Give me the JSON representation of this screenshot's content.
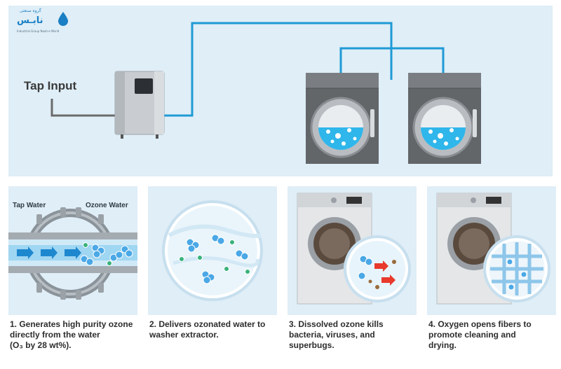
{
  "logo": {
    "text_fa": "نابـس",
    "small_fa": "گروه صنعتی",
    "tagline": "Industrial Group Nooh-e Morid"
  },
  "top": {
    "tap_input_label": "Tap Input"
  },
  "steps": [
    {
      "lines": [
        "1. Generates high purity ozone",
        "directly from the water",
        "(O₃ by 28 wt%)."
      ]
    },
    {
      "lines": [
        "2. Delivers ozonated water to",
        "washer extractor."
      ]
    },
    {
      "lines": [
        "3. Dissolved ozone kills",
        "bacteria, viruses, and",
        "superbugs."
      ]
    },
    {
      "lines": [
        "4. Oxygen opens fibers to",
        "promote cleaning and",
        "drying."
      ]
    }
  ],
  "pipe": {
    "left_label": "Tap Water",
    "right_label": "Ozone Water"
  },
  "colors": {
    "panel_bg": "#dfeef7",
    "water_pipe": "#1f9ad6",
    "tap_pipe": "#6b6b6b",
    "washer_body": "#626669",
    "water": "#2fb6ea"
  }
}
